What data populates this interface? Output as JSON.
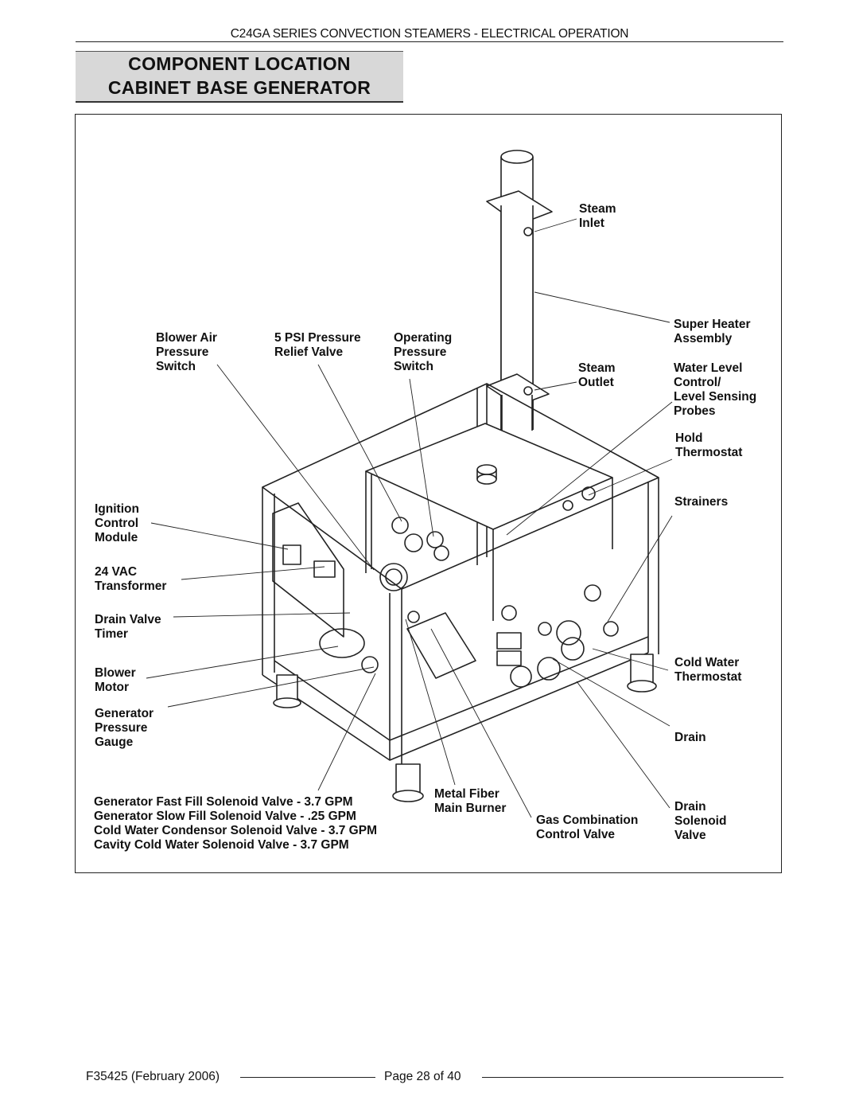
{
  "header": {
    "running_title": "C24GA SERIES CONVECTION STEAMERS - ELECTRICAL OPERATION"
  },
  "title": {
    "line1": "COMPONENT  LOCATION",
    "line2": "CABINET  BASE  GENERATOR"
  },
  "labels": {
    "steam_inlet": [
      "Steam",
      "Inlet"
    ],
    "super_heater": [
      "Super Heater",
      "Assembly"
    ],
    "blower_air_switch": [
      "Blower Air",
      "Pressure",
      "Switch"
    ],
    "relief_valve": [
      "5 PSI Pressure",
      "Relief Valve"
    ],
    "operating_switch": [
      "Operating",
      "Pressure",
      "Switch"
    ],
    "steam_outlet": [
      "Steam",
      "Outlet"
    ],
    "water_level": [
      "Water Level",
      "Control/",
      "Level Sensing",
      "Probes"
    ],
    "hold_thermostat": [
      "Hold",
      "Thermostat"
    ],
    "ignition_module": [
      "Ignition",
      "Control",
      "Module"
    ],
    "strainers": [
      "Strainers"
    ],
    "transformer": [
      "24 VAC",
      "Transformer"
    ],
    "drain_timer": [
      "Drain Valve",
      "Timer"
    ],
    "blower_motor": [
      "Blower",
      "Motor"
    ],
    "cold_water_thermostat": [
      "Cold Water",
      "Thermostat"
    ],
    "pressure_gauge": [
      "Generator",
      "Pressure",
      "Gauge"
    ],
    "drain": [
      "Drain"
    ],
    "solenoid_list": [
      "Generator Fast Fill Solenoid Valve - 3.7 GPM",
      "Generator Slow Fill Solenoid Valve - .25 GPM",
      "Cold Water Condensor Solenoid Valve - 3.7 GPM",
      "Cavity Cold Water Solenoid Valve - 3.7 GPM"
    ],
    "burner": [
      "Metal Fiber",
      "Main Burner"
    ],
    "gas_valve": [
      "Gas Combination",
      "Control Valve"
    ],
    "drain_solenoid": [
      "Drain",
      "Solenoid",
      "Valve"
    ]
  },
  "footer": {
    "doc_id": "F35425 (February 2006)",
    "page": "Page 28 of 40"
  }
}
